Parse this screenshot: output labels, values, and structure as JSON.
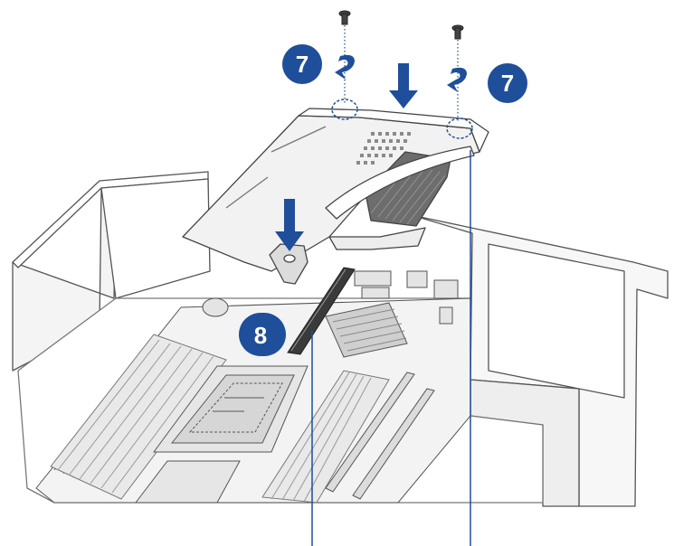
{
  "steps": {
    "screw_left": "7",
    "screw_right": "7",
    "riser_slot": "8"
  },
  "colors": {
    "line": "#4a4a4a",
    "light_line": "#8c8c8c",
    "fill_light": "#f2f2f2",
    "fill_mid": "#d9d9d9",
    "fill_dark": "#9a9a9a",
    "accent": "#1f4e9a",
    "badge": "#1f4e9a",
    "badge_text": "#ffffff"
  },
  "icons": [
    "screw-icon",
    "rotate-arrow-icon",
    "down-arrow-icon",
    "leader-line"
  ]
}
